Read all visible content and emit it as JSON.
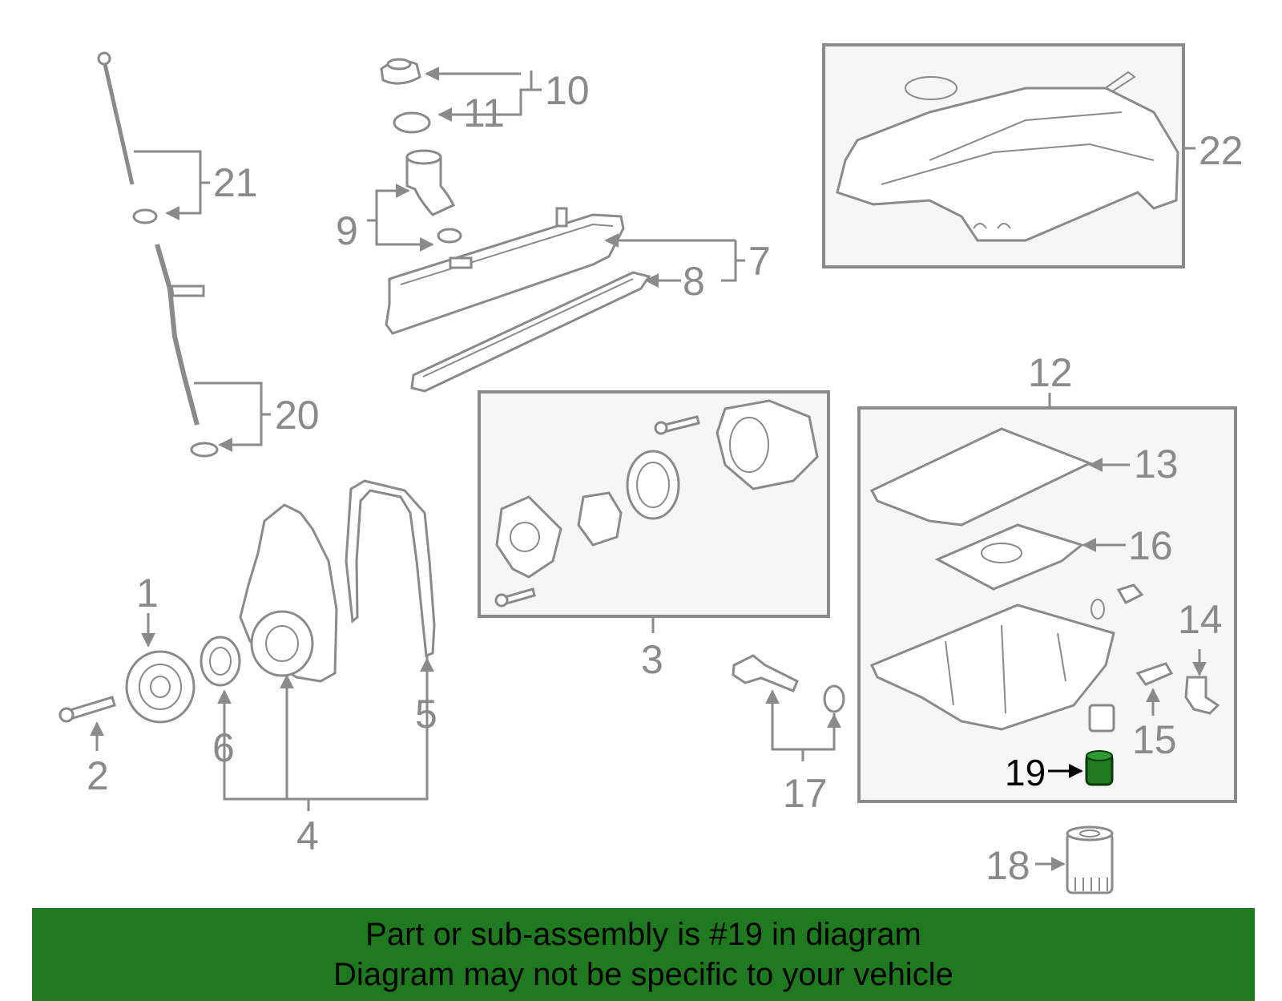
{
  "highlight": {
    "part_number": "19",
    "color": "#1f7a1f"
  },
  "callouts": {
    "c1": "1",
    "c2": "2",
    "c3": "3",
    "c4": "4",
    "c5": "5",
    "c6": "6",
    "c7": "7",
    "c8": "8",
    "c9": "9",
    "c10": "10",
    "c11": "11",
    "c12": "12",
    "c13": "13",
    "c14": "14",
    "c15": "15",
    "c16": "16",
    "c17": "17",
    "c18": "18",
    "c19": "19",
    "c20": "20",
    "c21": "21",
    "c22": "22"
  },
  "banner": {
    "line1": "Part or sub-assembly is #19 in diagram",
    "line2": "Diagram may not be specific to your vehicle",
    "background": "#1f7a1f"
  }
}
